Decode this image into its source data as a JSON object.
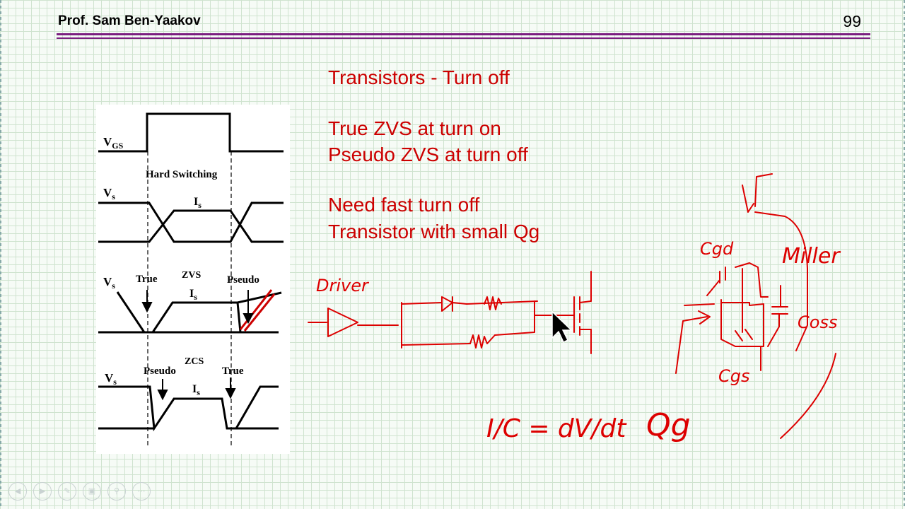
{
  "header": {
    "author": "Prof. Sam Ben-Yaakov",
    "page_number": "99"
  },
  "slide": {
    "title": "Transistors  - Turn off",
    "lines": [
      "True ZVS at turn on",
      "Pseudo ZVS at turn off",
      "Need fast turn off",
      "Transistor with small Qg"
    ]
  },
  "waveforms": {
    "vgs_label": "V",
    "vgs_sub": "GS",
    "hard_switching": "Hard Switching",
    "vs_label": "V",
    "vs_sub": "s",
    "is_label": "I",
    "is_sub": "s",
    "zvs": "ZVS",
    "zcs": "ZCS",
    "true": "True",
    "pseudo": "Pseudo"
  },
  "annotations": {
    "driver": "Driver",
    "cgd": "Cgd",
    "miller": "Miller",
    "coss": "Coss",
    "cgs": "Cgs",
    "equation": "I/C = dV/dt",
    "qg": "Qg"
  },
  "colors": {
    "accent": "#cc0000",
    "rule": "#7b1f80",
    "ink": "#dd0000"
  },
  "nav_icons": [
    "prev-icon",
    "play-icon",
    "pen-icon",
    "screen-icon",
    "zoom-icon",
    "more-icon"
  ]
}
